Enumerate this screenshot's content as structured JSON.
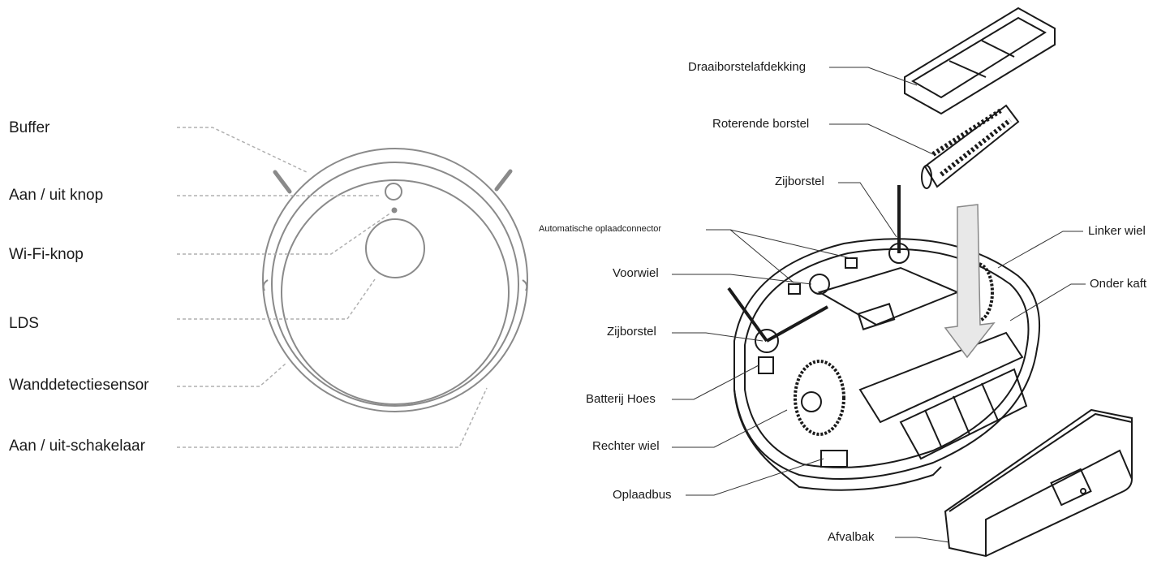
{
  "top_view": {
    "labels": {
      "buffer": "Buffer",
      "power_button": "Aan / uit knop",
      "wifi_button": "Wi-Fi-knop",
      "lds": "LDS",
      "wall_sensor": "Wanddetectiesensor",
      "power_switch": "Aan / uit-schakelaar"
    }
  },
  "bottom_view": {
    "labels": {
      "roller_brush_cover": "Draaiborstelafdekking",
      "rotating_brush": "Roterende borstel",
      "side_brush_top": "Zijborstel",
      "auto_charge_connector": "Automatische oplaadconnector",
      "front_wheel": "Voorwiel",
      "side_brush_left": "Zijborstel",
      "battery_cover": "Batterij Hoes",
      "right_wheel": "Rechter wiel",
      "charging_port": "Oplaadbus",
      "left_wheel": "Linker wiel",
      "bottom_cover": "Onder kaft",
      "dustbin": "Afvalbak"
    }
  }
}
